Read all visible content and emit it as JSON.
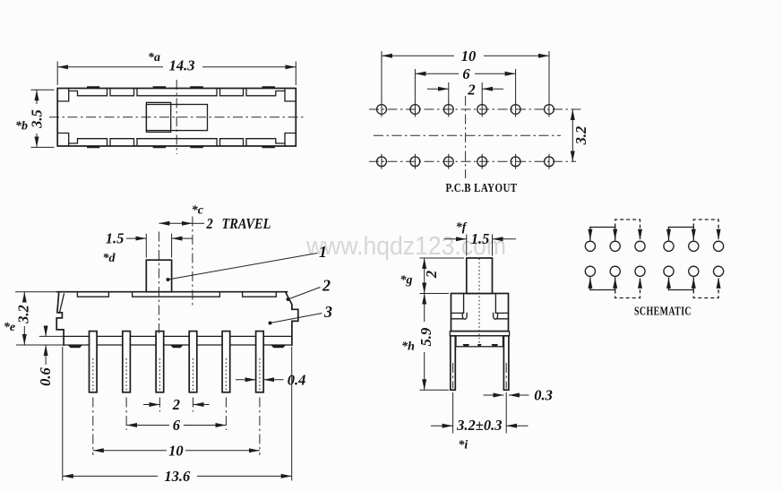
{
  "drawing_title": "slide switch mechanical drawing",
  "watermark": "www.hqdz123.com",
  "views": {
    "top": {
      "dim_a_label": "*a",
      "dim_a": "14.3",
      "dim_b_label": "*b",
      "dim_b": "3.5"
    },
    "pcb": {
      "title": "P.C.B LAYOUT",
      "dim_overall": "10",
      "dim_inner": "6",
      "dim_pitch": "2",
      "dim_rows": "3.2"
    },
    "front": {
      "dim_c_label": "*c",
      "dim_travel": "2 TRAVEL",
      "dim_knob": "1.5",
      "dim_d_label": "*d",
      "dim_e_label": "*e",
      "dim_e": "3.2",
      "dim_standoff": "0.6",
      "dim_pin": "0.4",
      "dim_pitch": "2",
      "dim_span6": "6",
      "dim_span10": "10",
      "dim_width": "13.6",
      "callout_1": "1",
      "callout_2": "2",
      "callout_3": "3"
    },
    "side": {
      "dim_f_label": "*f",
      "dim_knob": "1.5",
      "dim_g_label": "*g",
      "dim_g": "2",
      "dim_h_label": "*h",
      "dim_h": "5.9",
      "dim_pin": "0.3",
      "dim_spread": "3.2±0.3",
      "dim_i_label": "*i"
    },
    "schematic": {
      "title": "SCHEMATIC"
    }
  }
}
